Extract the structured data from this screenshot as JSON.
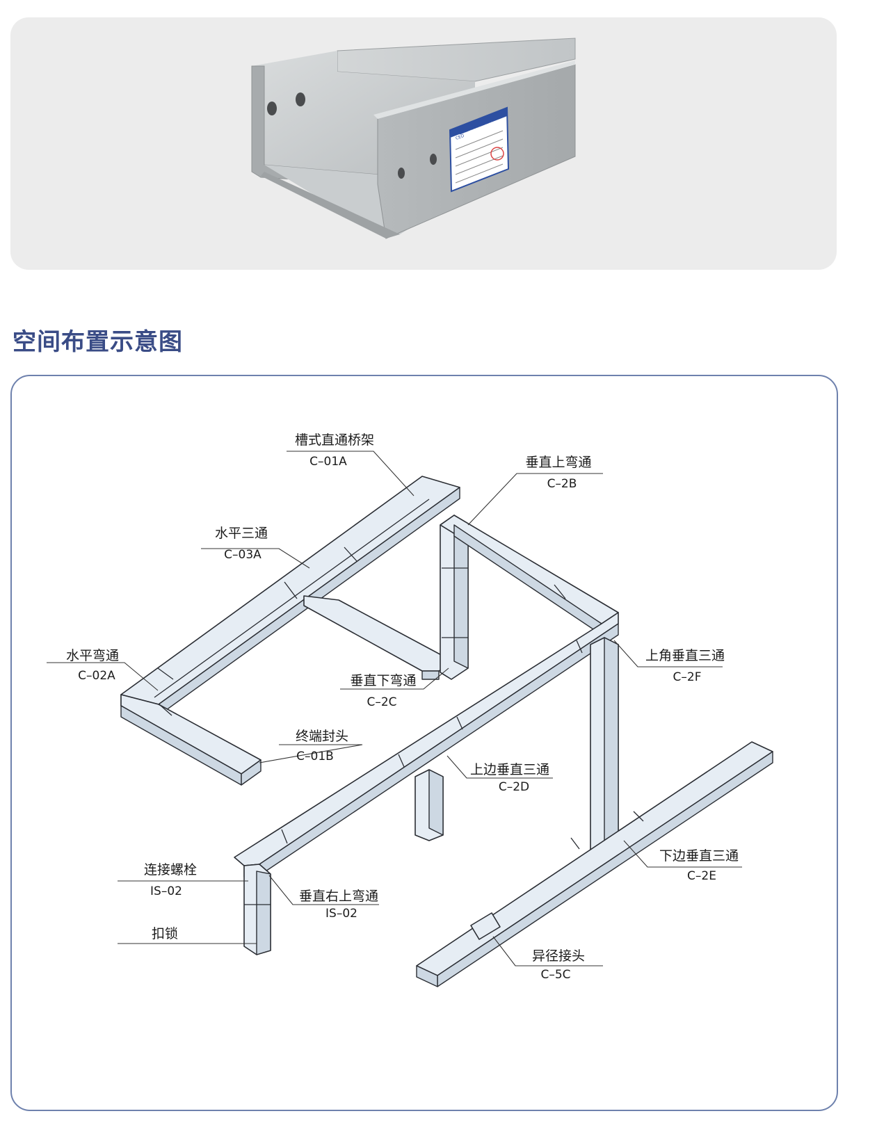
{
  "photo": {
    "label": {
      "logo": "CED",
      "title": "电缆桥架合格证"
    }
  },
  "section_title": "空间布置示意图",
  "labels": [
    {
      "id": "c01a",
      "name": "槽式直通桥架",
      "code": "C–01A"
    },
    {
      "id": "c2b",
      "name": "垂直上弯通",
      "code": "C–2B"
    },
    {
      "id": "c03a",
      "name": "水平三通",
      "code": "C–03A"
    },
    {
      "id": "c02a",
      "name": "水平弯通",
      "code": "C–02A"
    },
    {
      "id": "c2c",
      "name": "垂直下弯通",
      "code": "C–2C"
    },
    {
      "id": "c2f",
      "name": "上角垂直三通",
      "code": "C–2F"
    },
    {
      "id": "c01b",
      "name": "终端封头",
      "code": "C–01B"
    },
    {
      "id": "c2d",
      "name": "上边垂直三通",
      "code": "C–2D"
    },
    {
      "id": "is02a",
      "name": "连接螺栓",
      "code": "IS–02"
    },
    {
      "id": "is02b",
      "name": "垂直右上弯通",
      "code": "IS–02"
    },
    {
      "id": "c2e",
      "name": "下边垂直三通",
      "code": "C–2E"
    },
    {
      "id": "lock",
      "name": "扣锁",
      "code": ""
    },
    {
      "id": "c5c",
      "name": "异径接头",
      "code": "C–5C"
    }
  ]
}
